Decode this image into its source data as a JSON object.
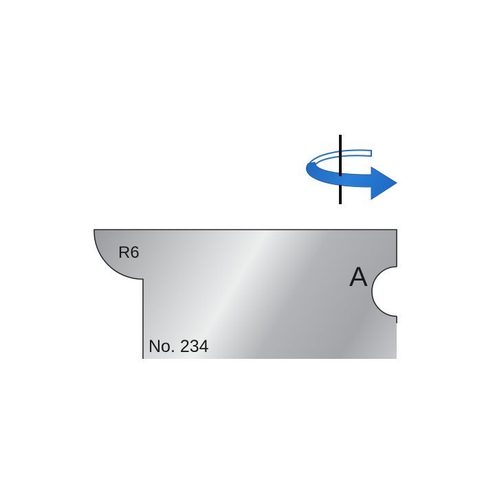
{
  "diagram": {
    "radius_label": "R6",
    "profile_label": "A",
    "part_number": "No. 234"
  },
  "colors": {
    "background": "#ffffff",
    "knife_light": "#e9eaeb",
    "knife_mid": "#b9bbbd",
    "knife_dark": "#8f9194",
    "outline": "#2b2b2b",
    "arrow_blue": "#1f6fc8",
    "arrow_light": "#8fbfee",
    "arrow_dark": "#0f4f9e",
    "axis": "#111111"
  },
  "icons": [
    "rotation-direction-icon",
    "spindle-axis-icon"
  ]
}
